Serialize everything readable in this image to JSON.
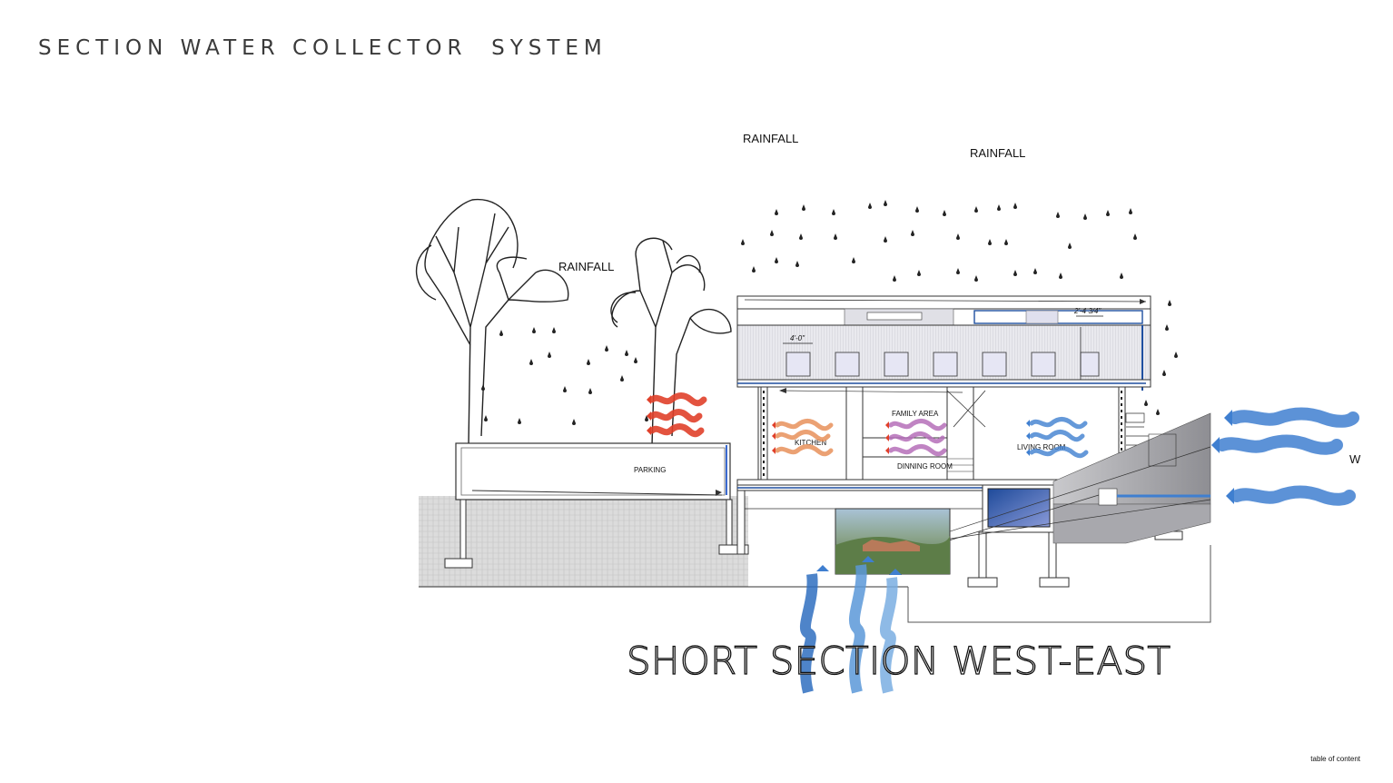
{
  "page": {
    "title": "SECTION WATER COLLECTOR  SYSTEM",
    "footer_link": "table of content"
  },
  "diagram": {
    "section_title": "SHORT  SECTION  WEST-EAST",
    "rainfall_labels": [
      "RAINFALL",
      "RAINFALL",
      "RAINFALL"
    ],
    "rooms": {
      "parking": "PARKING",
      "kitchen": "KITCHEN",
      "family_area": "FAMILY AREA",
      "dining_room": "DINNING ROOM",
      "living_room": "LIVING ROOM"
    },
    "wind_label": "W",
    "dimension_labels": [
      "4'-0\"",
      "2'-4 3/4\""
    ],
    "colors": {
      "warm_air": "#e0402a",
      "cool_air": "#3f7fd0",
      "water_tank": "#1f4fa0",
      "slope": "#9a9a9f",
      "ground_hatch": "#d8d8d8",
      "roof_band": "#e4e4ea"
    }
  }
}
